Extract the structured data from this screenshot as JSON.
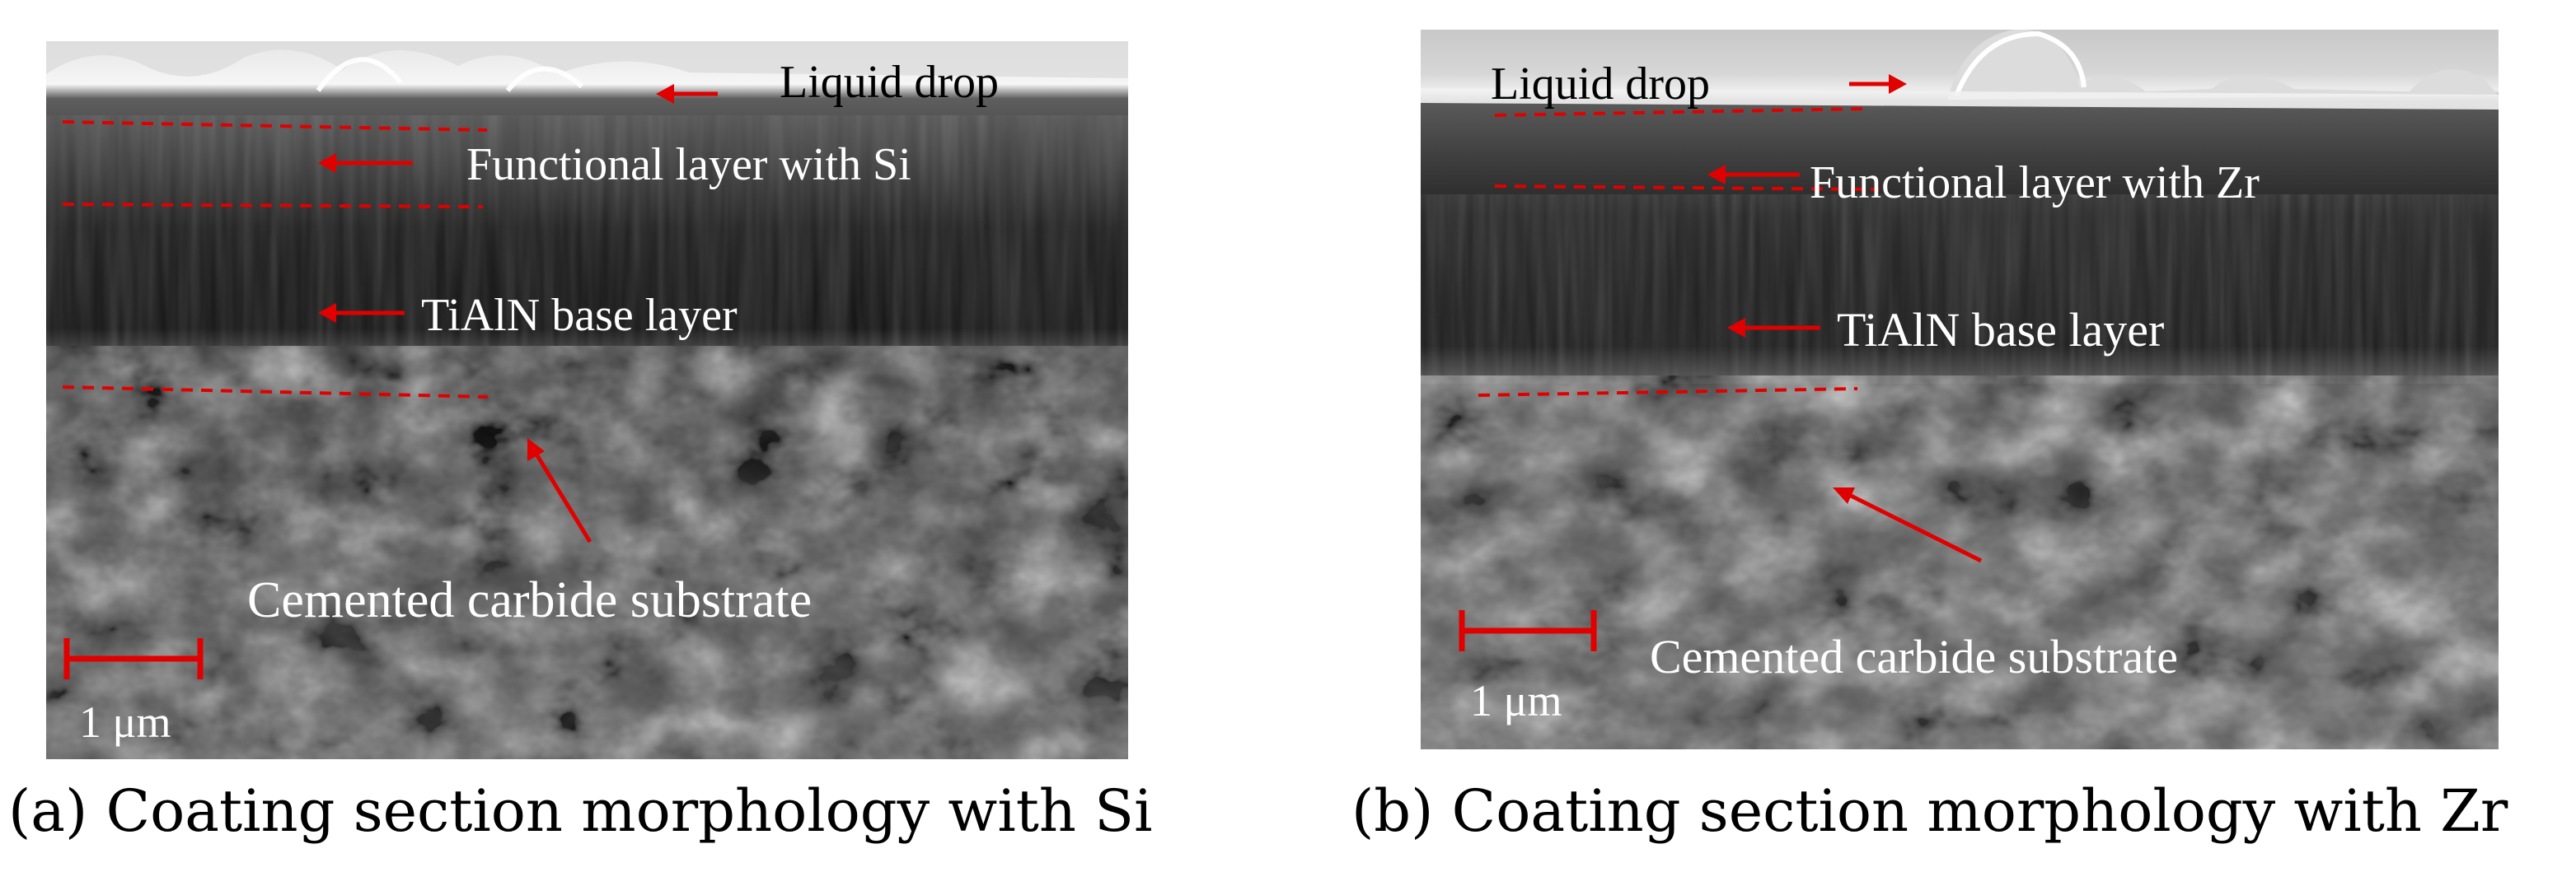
{
  "panels": [
    {
      "id": "a",
      "caption": "(a) Coating section morphology with Si",
      "labels": {
        "liquid_drop": "Liquid drop",
        "functional_layer": "Functional layer with Si",
        "base_layer": "TiAlN base layer",
        "substrate": "Cemented carbide substrate"
      },
      "scale_bar": "1 μm"
    },
    {
      "id": "b",
      "caption": "(b) Coating section morphology with Zr",
      "labels": {
        "liquid_drop": "Liquid drop",
        "functional_layer": "Functional layer with Zr",
        "base_layer": "TiAlN base layer",
        "substrate": "Cemented carbide substrate"
      },
      "scale_bar": "1 μm"
    }
  ],
  "colors": {
    "annotation": "#e00000",
    "text_light": "#ffffff",
    "text_dark": "#000000"
  }
}
